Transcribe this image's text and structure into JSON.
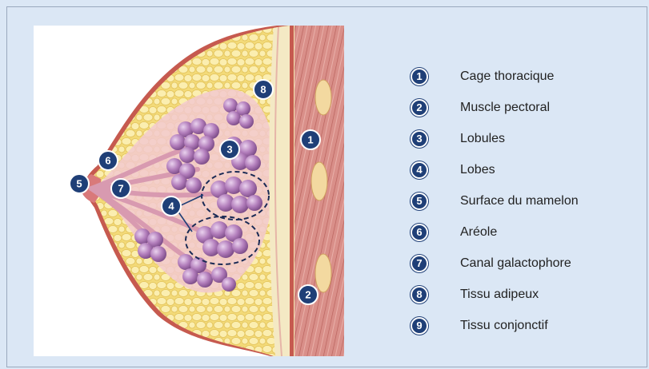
{
  "colors": {
    "background": "#dbe7f5",
    "badge": "#1f3f77",
    "fat": "#f6e48f",
    "muscle": "#d88a86",
    "lobule": "#b07ab8",
    "skin": "#c65a4f"
  },
  "markers": [
    {
      "number": "1"
    },
    {
      "number": "2"
    },
    {
      "number": "3"
    },
    {
      "number": "4"
    },
    {
      "number": "5"
    },
    {
      "number": "6"
    },
    {
      "number": "7"
    },
    {
      "number": "8"
    }
  ],
  "legend": [
    {
      "number": "1",
      "label": "Cage thoracique"
    },
    {
      "number": "2",
      "label": "Muscle pectoral"
    },
    {
      "number": "3",
      "label": "Lobules"
    },
    {
      "number": "4",
      "label": "Lobes"
    },
    {
      "number": "5",
      "label": "Surface du mamelon"
    },
    {
      "number": "6",
      "label": "Aréole"
    },
    {
      "number": "7",
      "label": "Canal galactophore"
    },
    {
      "number": "8",
      "label": "Tissu adipeux"
    },
    {
      "number": "9",
      "label": "Tissu conjonctif"
    }
  ]
}
